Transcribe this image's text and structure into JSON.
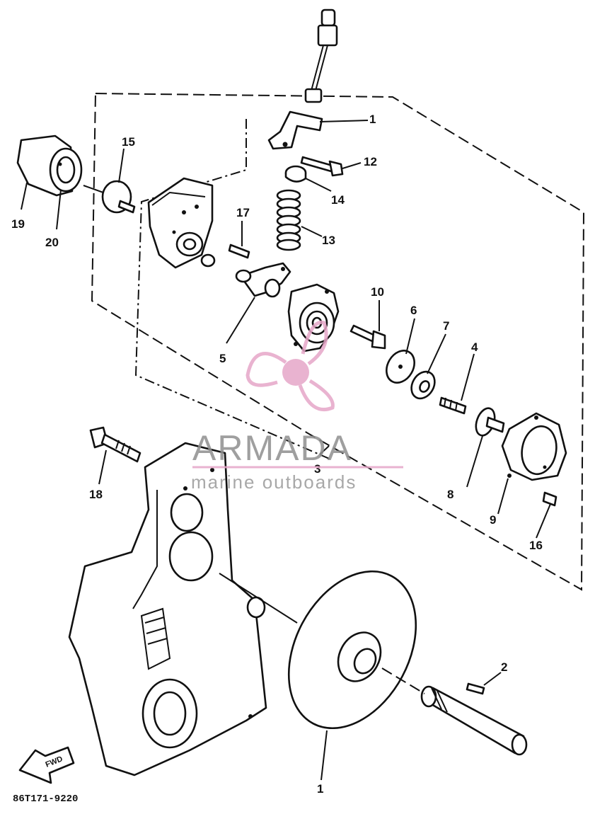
{
  "diagram": {
    "code": "86T171-9220",
    "fwd_label": "FWD",
    "callouts": {
      "c1": "1",
      "c1b": "1",
      "c2": "2",
      "c3": "3",
      "c4": "4",
      "c5": "5",
      "c6": "6",
      "c7": "7",
      "c8": "8",
      "c9": "9",
      "c10": "10",
      "c12": "12",
      "c13": "13",
      "c14": "14",
      "c15": "15",
      "c16": "16",
      "c17": "17",
      "c18": "18",
      "c19": "19",
      "c20": "20"
    }
  },
  "watermark": {
    "brand": "ARMADA",
    "tagline": "marine outboards",
    "color": "#e6a6c8"
  }
}
